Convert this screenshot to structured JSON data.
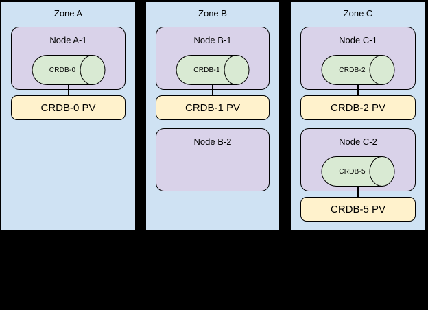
{
  "colors": {
    "canvas_bg": "#000000",
    "zone_fill": "#cfe2f3",
    "node_fill": "#d9d2e9",
    "db_fill": "#d9ead3",
    "pv_fill": "#fff2cc",
    "stroke": "#000000",
    "text_color": "#000000"
  },
  "zones": [
    {
      "title": "Zone A",
      "nodes": [
        {
          "label": "Node A-1",
          "db": "CRDB-0",
          "pv": "CRDB-0 PV"
        }
      ]
    },
    {
      "title": "Zone B",
      "nodes": [
        {
          "label": "Node B-1",
          "db": "CRDB-1",
          "pv": "CRDB-1 PV"
        },
        {
          "label": "Node B-2"
        }
      ]
    },
    {
      "title": "Zone C",
      "nodes": [
        {
          "label": "Node C-1",
          "db": "CRDB-2",
          "pv": "CRDB-2 PV"
        },
        {
          "label": "Node C-2",
          "db": "CRDB-5",
          "pv": "CRDB-5 PV"
        }
      ]
    }
  ]
}
